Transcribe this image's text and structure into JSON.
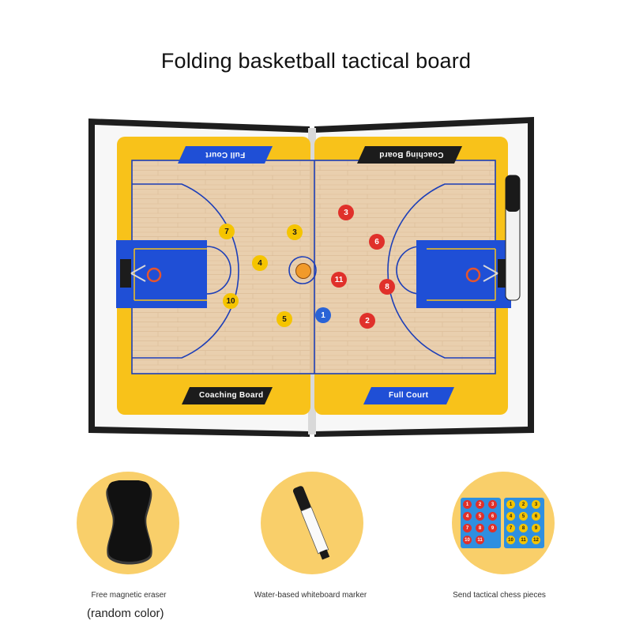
{
  "title": "Folding basketball tactical board",
  "board": {
    "left_top_banner": "Full Court",
    "right_top_banner": "Coaching Board",
    "left_bottom_banner": "Coaching Board",
    "right_bottom_banner": "Full Court",
    "yellow_pieces": [
      "7",
      "3",
      "4",
      "10",
      "5"
    ],
    "red_pieces": [
      "3",
      "6",
      "11",
      "8",
      "2"
    ],
    "blue_pieces": [
      "1"
    ]
  },
  "accessories": [
    {
      "label": "Free magnetic eraser",
      "sub": "(random color)"
    },
    {
      "label": "Water-based whiteboard marker"
    },
    {
      "label": "Send tactical chess pieces"
    }
  ],
  "chess_sheet_red": [
    "1",
    "2",
    "3",
    "4",
    "5",
    "6",
    "7",
    "8",
    "9",
    "10",
    "11"
  ],
  "chess_sheet_yellow": [
    "1",
    "2",
    "3",
    "4",
    "5",
    "6",
    "7",
    "8",
    "9",
    "10",
    "11",
    "12"
  ],
  "colors": {
    "court_yellow": "#f8c21a",
    "paint_blue": "#1f4fd6",
    "wood": "#e6c9a6",
    "eraser_circle": "#f9cf6a"
  }
}
